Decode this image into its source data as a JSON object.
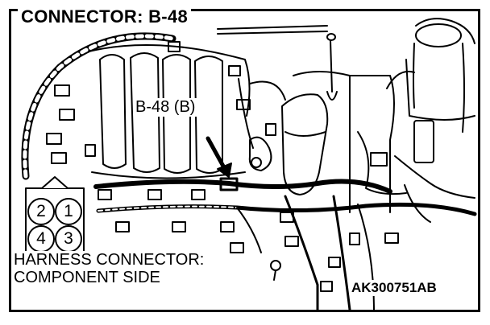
{
  "header": {
    "title": "CONNECTOR: B-48"
  },
  "callout": {
    "label": "B-48 (B)"
  },
  "connector": {
    "pins": [
      "2",
      "1",
      "4",
      "3"
    ]
  },
  "caption": {
    "line1": "HARNESS CONNECTOR:",
    "line2": "COMPONENT SIDE"
  },
  "figure": {
    "code": "AK300751AB"
  }
}
